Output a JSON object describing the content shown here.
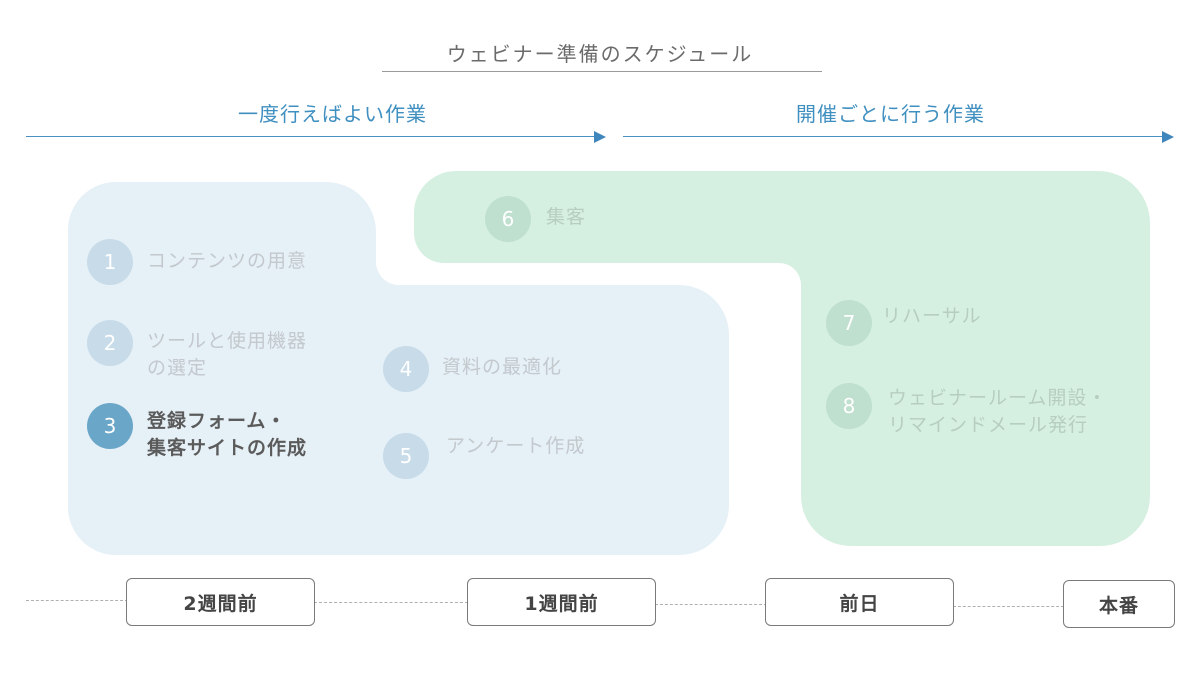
{
  "title": "ウェビナー準備のスケジュール",
  "phases": {
    "once": "一度行えばよい作業",
    "each": "開催ごとに行う作業"
  },
  "steps": [
    {
      "num": "1",
      "line1": "コンテンツの用意",
      "line2": "",
      "state": "inactive"
    },
    {
      "num": "2",
      "line1": "ツールと使用機器",
      "line2": "の選定",
      "state": "inactive"
    },
    {
      "num": "3",
      "line1": "登録フォーム・",
      "line2": "集客サイトの作成",
      "state": "active"
    },
    {
      "num": "4",
      "line1": "資料の最適化",
      "line2": "",
      "state": "inactive"
    },
    {
      "num": "5",
      "line1": "アンケート作成",
      "line2": "",
      "state": "inactive"
    },
    {
      "num": "6",
      "line1": "集客",
      "line2": "",
      "state": "inactive"
    },
    {
      "num": "7",
      "line1": "リハーサル",
      "line2": "",
      "state": "inactive"
    },
    {
      "num": "8",
      "line1": "ウェビナールーム開設・",
      "line2": "リマインドメール発行",
      "state": "inactive"
    }
  ],
  "timeline": [
    "2週間前",
    "1週間前",
    "前日",
    "本番"
  ],
  "colors": {
    "phase_once_fill": "#e6f0f7",
    "phase_each_fill": "#d5f0e1",
    "accent_blue": "#3f8fc0",
    "active_circle": "#6aa6c8"
  }
}
